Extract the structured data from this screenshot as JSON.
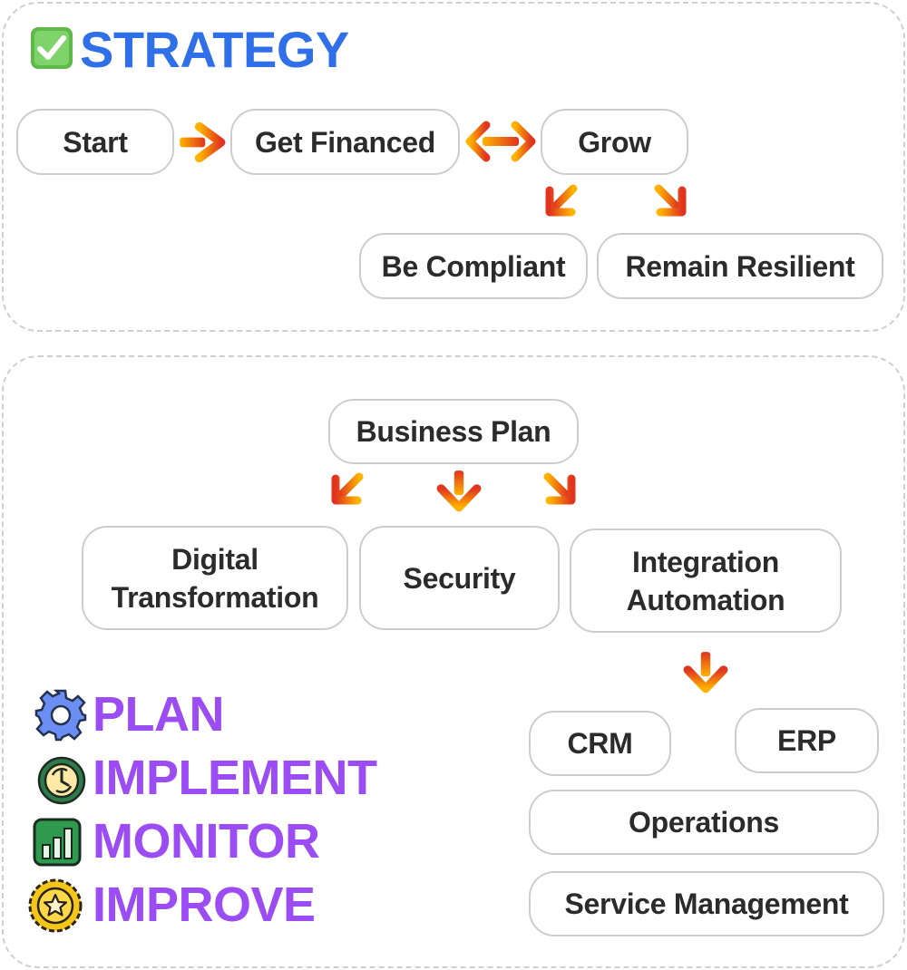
{
  "strategy": {
    "title": "STRATEGY",
    "icon": "check-box-icon",
    "nodes": {
      "start": "Start",
      "get_financed": "Get Financed",
      "grow": "Grow",
      "be_compliant": "Be Compliant",
      "remain_resilient": "Remain Resilient"
    }
  },
  "plan": {
    "nodes": {
      "business_plan": "Business Plan",
      "digital_transformation_line1": "Digital",
      "digital_transformation_line2": "Transformation",
      "security": "Security",
      "integration_automation_line1": "Integration",
      "integration_automation_line2": "Automation",
      "crm": "CRM",
      "erp": "ERP",
      "operations": "Operations",
      "service_management": "Service Management"
    },
    "phases": [
      {
        "label": "PLAN",
        "icon": "gear-icon"
      },
      {
        "label": "IMPLEMENT",
        "icon": "cycle-clock-icon"
      },
      {
        "label": "MONITOR",
        "icon": "bar-chart-icon"
      },
      {
        "label": "IMPROVE",
        "icon": "star-coin-icon"
      }
    ]
  },
  "colors": {
    "strategy_title": "#2f6fe8",
    "phase_text": "#9b4cf2",
    "arrow_start": "#ffb300",
    "arrow_end": "#e0341f",
    "box_border": "#cdcdcd",
    "panel_border": "#cfcfcf"
  }
}
